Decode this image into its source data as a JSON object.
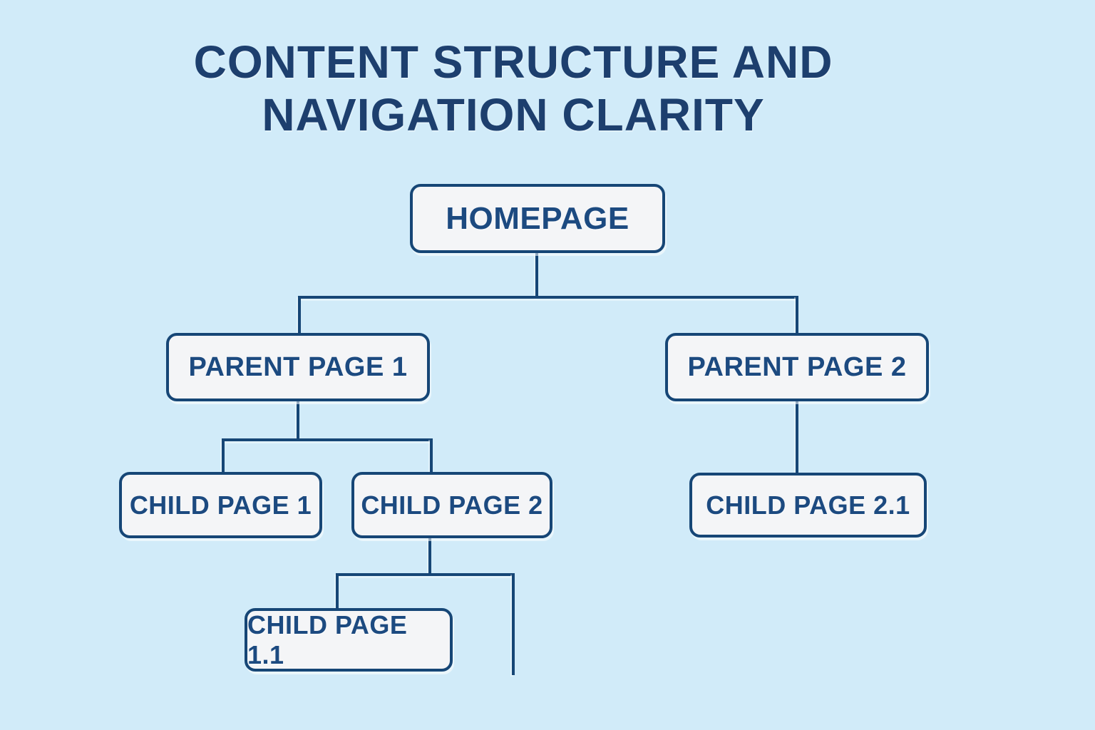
{
  "title": {
    "line1": "CONTENT STRUCTURE AND",
    "line2": "NAVIGATION CLARITY"
  },
  "nodes": {
    "homepage": {
      "label": "HOMEPAGE",
      "level": 0
    },
    "parent1": {
      "label": "PARENT PAGE 1",
      "level": 1
    },
    "parent2": {
      "label": "PARENT PAGE 2",
      "level": 1
    },
    "child1": {
      "label": "CHILD PAGE 1",
      "level": 2
    },
    "child2": {
      "label": "CHILD PAGE 2",
      "level": 2
    },
    "child21": {
      "label": "CHILD PAGE 2.1",
      "level": 2
    },
    "child11": {
      "label": "CHILD PAGE 1.1",
      "level": 3
    }
  },
  "edges": [
    {
      "from": "homepage",
      "to": "parent1"
    },
    {
      "from": "homepage",
      "to": "parent2"
    },
    {
      "from": "parent1",
      "to": "child1"
    },
    {
      "from": "parent1",
      "to": "child2"
    },
    {
      "from": "parent2",
      "to": "child21"
    },
    {
      "from": "child2",
      "to": "child11"
    },
    {
      "from": "child2",
      "to": "unlabeled-dangling-branch"
    }
  ],
  "colors": {
    "bg": "#d1ebf9",
    "box-fill": "#f4f5f7",
    "line": "#164676",
    "title-text": "#1d3f6e",
    "node-text": "#1c4a80"
  }
}
